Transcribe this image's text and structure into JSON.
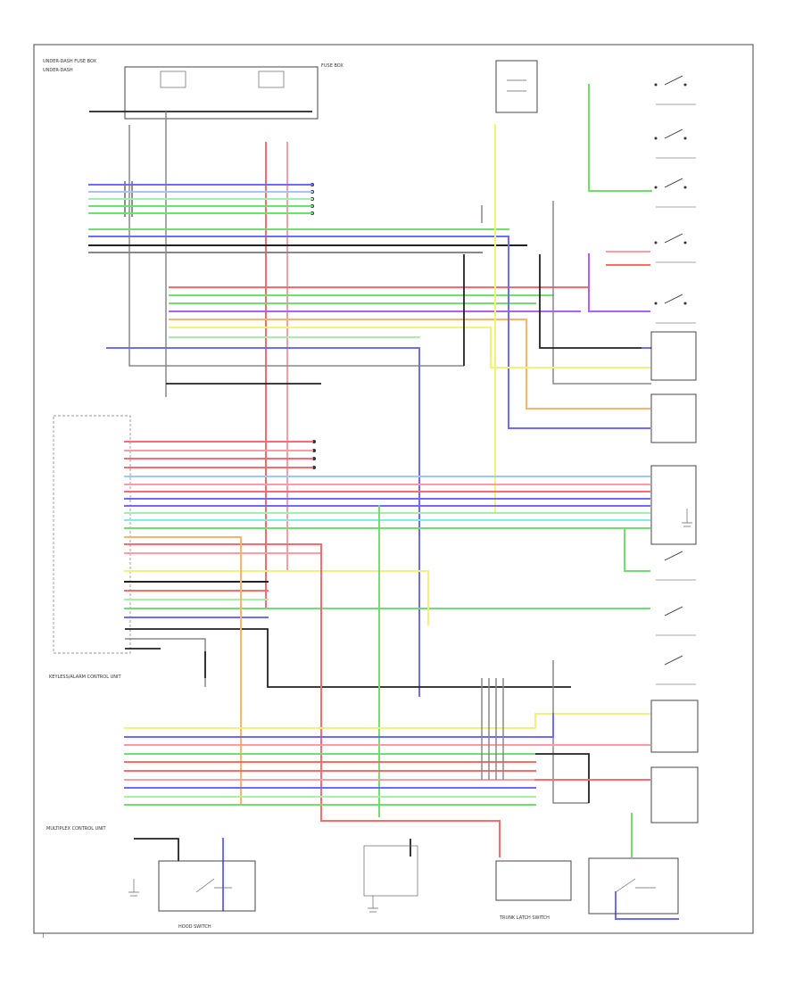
{
  "colors": {
    "red": "#ff6b6b",
    "pink": "#ff9aa6",
    "green": "#6fe06f",
    "lightgreen": "#a6f0a6",
    "blue": "#6b6bff",
    "lightblue": "#9fc6ff",
    "yellow": "#f2f27a",
    "orange": "#ffb26b",
    "violet": "#b45cff",
    "cyan": "#86e8f0",
    "black": "#222222",
    "gray": "#888888"
  },
  "labels": {
    "fuse_box": "UNDER-DASH FUSE BOX",
    "control_unit": "KEYLESS/ALARM CONTROL UNIT",
    "module": "MULTIPLEX CONTROL UNIT",
    "hood_switch": "HOOD SWITCH",
    "trunk_switch": "TRUNK LATCH SWITCH",
    "footer": "J"
  }
}
